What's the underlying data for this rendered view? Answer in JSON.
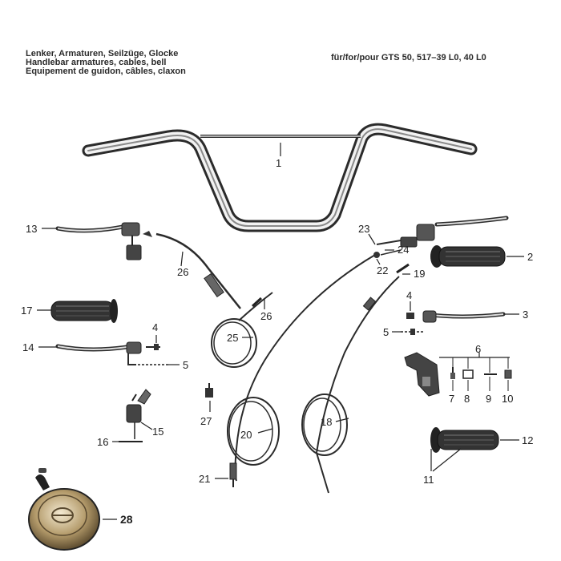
{
  "title": {
    "de": "Lenker, Armaturen, Seilzüge, Glocke",
    "en": "Handlebar armatures, cables, bell",
    "fr": "Equipement de guidon, câbles, claxon"
  },
  "model": "für/for/pour GTS 50, 517–39 L0, 40 L0",
  "callouts": {
    "c1": "1",
    "c2": "2",
    "c3": "3",
    "c4a": "4",
    "c4b": "4",
    "c5a": "5",
    "c5b": "5",
    "c6": "6",
    "c7": "7",
    "c8": "8",
    "c9": "9",
    "c10": "10",
    "c11": "11",
    "c12": "12",
    "c13": "13",
    "c14": "14",
    "c15": "15",
    "c16": "16",
    "c17": "17",
    "c18": "18",
    "c19": "19",
    "c20": "20",
    "c21": "21",
    "c22": "22",
    "c23": "23",
    "c24": "24",
    "c25": "25",
    "c26a": "26",
    "c26b": "26",
    "c27": "27",
    "c28": "28"
  }
}
